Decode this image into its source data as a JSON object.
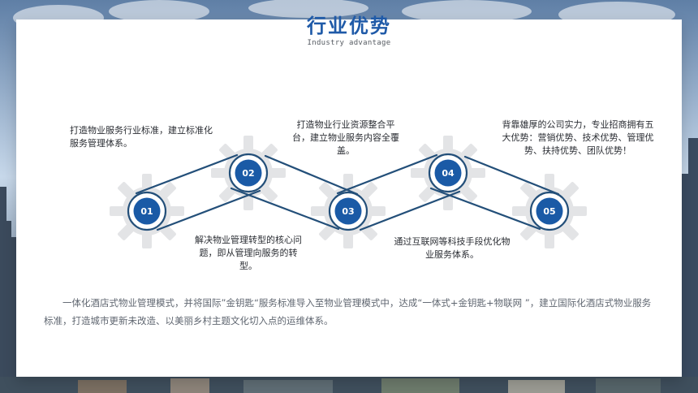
{
  "header": {
    "title": "行业优势",
    "subtitle": "Industry advantage"
  },
  "steps": [
    {
      "number": "01",
      "text": "打造物业服务行业标准，建立标准化服务管理体系。"
    },
    {
      "number": "02",
      "text": "打造物业行业资源整合平台，建立物业服务内容全覆盖。"
    },
    {
      "number": "03",
      "text": "解决物业管理转型的核心问题，即从管理向服务的转型。"
    },
    {
      "number": "04",
      "text": "通过互联网等科技手段优化物业服务体系。"
    },
    {
      "number": "05",
      "text": "背靠雄厚的公司实力，专业招商拥有五大优势：营销优势、技术优势、管理优势、扶持优势、团队优势！"
    }
  ],
  "footer": {
    "paragraph": "一体化酒店式物业管理模式，并将国际”金钥匙“服务标准导入至物业管理模式中，达成“一体式+金钥匙+物联网 ”，建立国际化酒店式物业服务标准，打造城市更新未改造、以美丽乡村主题文化切入点的运维体系。"
  },
  "colors": {
    "accent": "#1f5aa8",
    "accent_dark": "#214f78",
    "gear": "#e3e4e6",
    "node_fill": "#1a5aa6"
  },
  "icons": {
    "gear": "gear-icon"
  }
}
